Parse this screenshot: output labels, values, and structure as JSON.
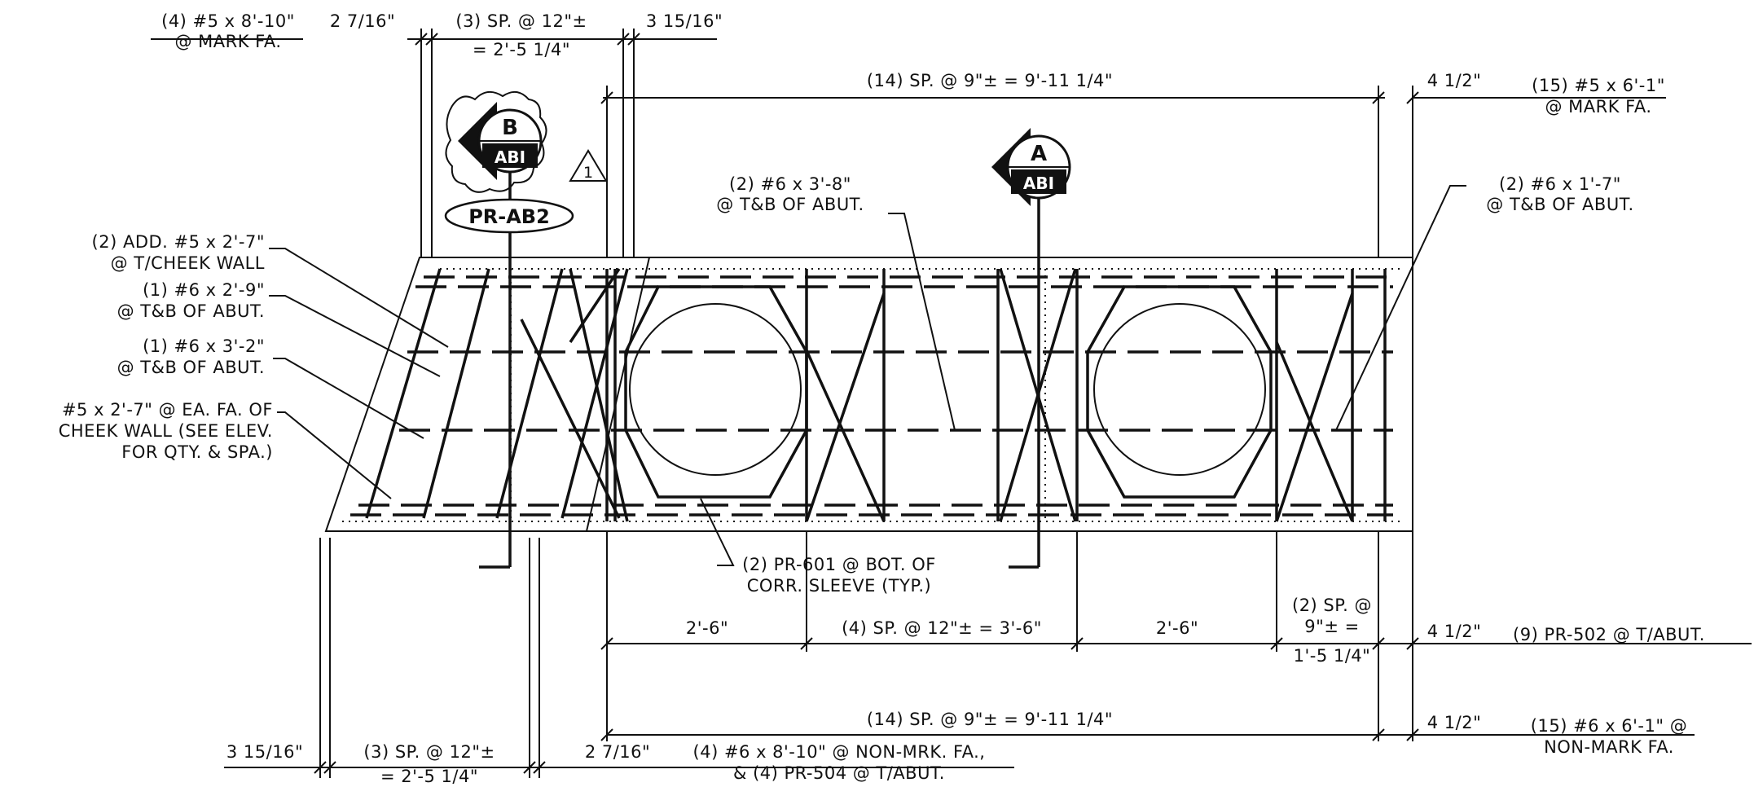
{
  "labels": {
    "top_left_1a": "(4) #5 x 8'-10\"",
    "top_left_1b": "@ MARK FA.",
    "top_dim_a": "2 7/16\"",
    "top_dim_b1": "(3) SP. @ 12\"±",
    "top_dim_b2": "= 2'-5 1/4\"",
    "top_dim_c": "3 15/16\"",
    "top_span": "(14) SP. @ 9\"± = 9'-11 1/4\"",
    "top_right_dim": "4 1/2\"",
    "top_right_1a": "(15) #5 x 6'-1\"",
    "top_right_1b": "@ MARK FA.",
    "mid_note_1a": "(2) #6 x 3'-8\"",
    "mid_note_1b": "@ T&B OF ABUT.",
    "right_note_1a": "(2) #6 x 1'-7\"",
    "right_note_1b": "@ T&B OF ABUT.",
    "left_note_1a": "(2) ADD. #5 x 2'-7\"",
    "left_note_1b": "@ T/CHEEK WALL",
    "left_note_2a": "(1) #6 x 2'-9\"",
    "left_note_2b": "@ T&B OF ABUT.",
    "left_note_3a": "(1) #6 x 3'-2\"",
    "left_note_3b": "@ T&B OF ABUT.",
    "left_note_4a": "#5 x 2'-7\" @ EA. FA. OF",
    "left_note_4b": "CHEEK WALL (SEE ELEV.",
    "left_note_4c": "FOR QTY. & SPA.)",
    "bottom_note_1a": "(2) PR-601 @ BOT. OF",
    "bottom_note_1b": "CORR. SLEEVE (TYP.)",
    "bot_dim_1": "2'-6\"",
    "bot_dim_2": "(4) SP. @ 12\"± = 3'-6\"",
    "bot_dim_3": "2'-6\"",
    "bot_dim_4a": "(2) SP. @",
    "bot_dim_4b": "9\"± =",
    "bot_dim_4c": "1'-5 1/4\"",
    "bot_right_dim_1": "4 1/2\"",
    "bot_right_1": "(9) PR-502 @ T/ABUT.",
    "bot_span": "(14) SP. @ 9\"± = 9'-11 1/4\"",
    "bot_right_dim_2": "4 1/2\"",
    "bot_right_2a": "(15) #6 x 6'-1\" @",
    "bot_right_2b": "NON-MARK FA.",
    "btm_dim_a": "3 15/16\"",
    "btm_dim_b1": "(3) SP. @ 12\"±",
    "btm_dim_b2": "= 2'-5 1/4\"",
    "btm_dim_c": "2 7/16\"",
    "btm_note_1a": "(4) #6 x 8'-10\" @ NON-MRK. FA.,",
    "btm_note_1b": "& (4) PR-504 @ T/ABUT."
  },
  "section_b": {
    "letter": "B",
    "sheet": "ABI"
  },
  "section_a": {
    "letter": "A",
    "sheet": "ABI"
  },
  "revision_mark": "1",
  "detail_tag": "PR-AB2"
}
